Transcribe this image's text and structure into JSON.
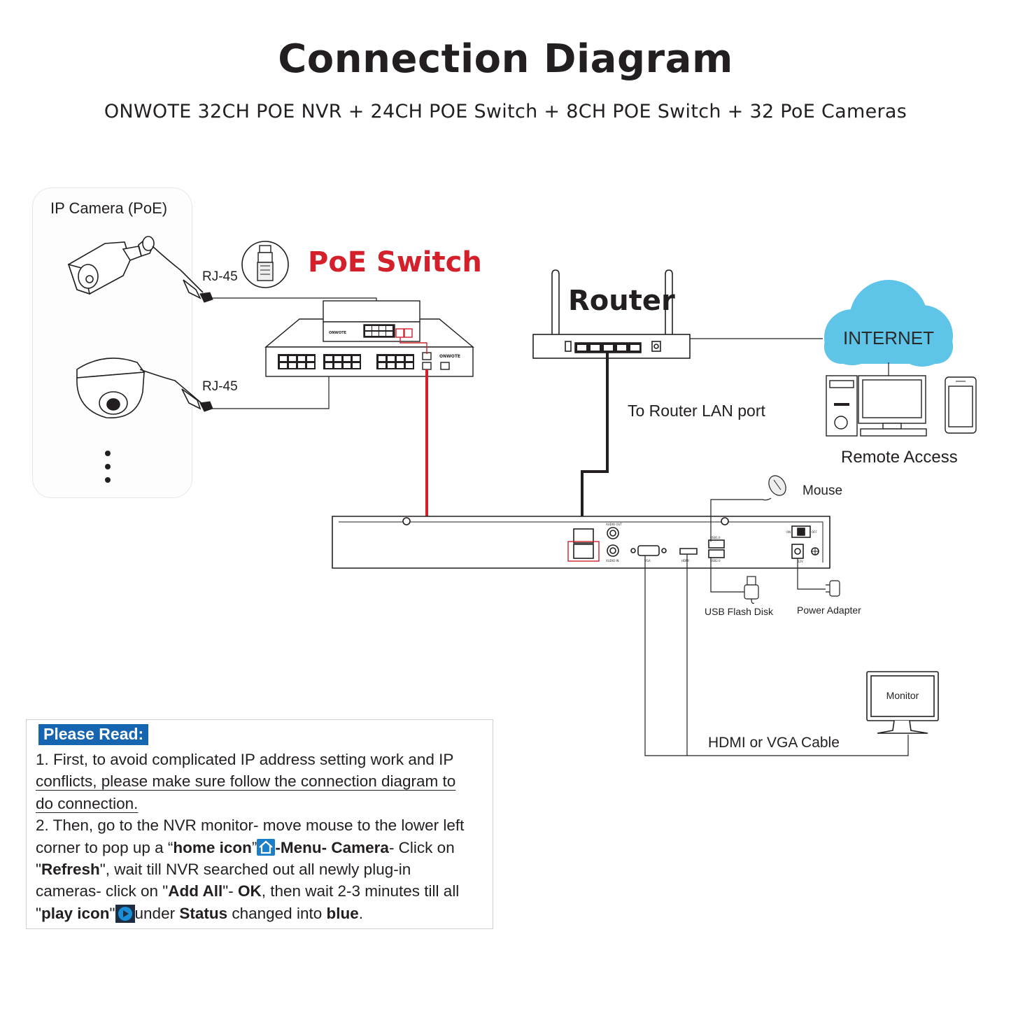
{
  "header": {
    "title": "Connection Diagram",
    "subtitle": "ONWOTE 32CH POE NVR + 24CH POE Switch + 8CH POE Switch + 32 PoE Cameras"
  },
  "cameras": {
    "title": "IP Camera (PoE)",
    "rj45_top": "RJ-45",
    "rj45_bottom": "RJ-45"
  },
  "poe_switch": {
    "title": "PoE Switch",
    "brand_small": "ONWOTE",
    "brand_large": "ONWOTE"
  },
  "router": {
    "title": "Router",
    "lan_label": "To Router LAN port"
  },
  "internet": {
    "label": "INTERNET",
    "remote_label": "Remote Access"
  },
  "nvr": {
    "mouse_label": "Mouse",
    "usb_label": "USB Flash Disk",
    "power_label": "Power Adapter",
    "monitor_label": "Monitor",
    "cable_label": "HDMI or VGA Cable",
    "port_audio_out": "AUDIO OUT",
    "port_audio_in": "AUDIO IN",
    "port_vga": "VGA",
    "port_hdmi": "HDMI",
    "port_usb1": "USB1.0",
    "port_usb2": "USB2.0",
    "switch_on": "ON",
    "switch_off": "OFF",
    "dc_label": "12V"
  },
  "notes": {
    "badge": "Please Read:",
    "step1_a": "1. First, to avoid complicated IP address setting work and IP",
    "step1_b": "conflicts, please make sure follow the connection diagram to",
    "step1_c": "do connection.",
    "step2_a": "2. Then, go to the NVR monitor- move mouse to the lower left",
    "step2_b1": "corner to pop up a “",
    "step2_b2": "home icon",
    "step2_b3": "”",
    "step2_b4": "-Menu- Camera",
    "step2_b5": "- Click on",
    "step2_c1": "\"",
    "step2_c2": "Refresh",
    "step2_c3": "\",  wait till NVR searched out all newly plug-in",
    "step2_d1": "cameras- click on \"",
    "step2_d2": "Add All",
    "step2_d3": "\"- ",
    "step2_d4": "OK",
    "step2_d5": ", then wait 2-3 minutes till all",
    "step2_e1": "\"",
    "step2_e2": "play icon",
    "step2_e3": "\"",
    "step2_e4": "under ",
    "step2_e5": "Status",
    "step2_e6": " changed into ",
    "step2_e7": "blue",
    "step2_e8": "."
  },
  "colors": {
    "poe_red": "#d3202a",
    "cloud_blue": "#5ec4e8",
    "badge_blue": "#1565b0",
    "line_black": "#231f20"
  }
}
